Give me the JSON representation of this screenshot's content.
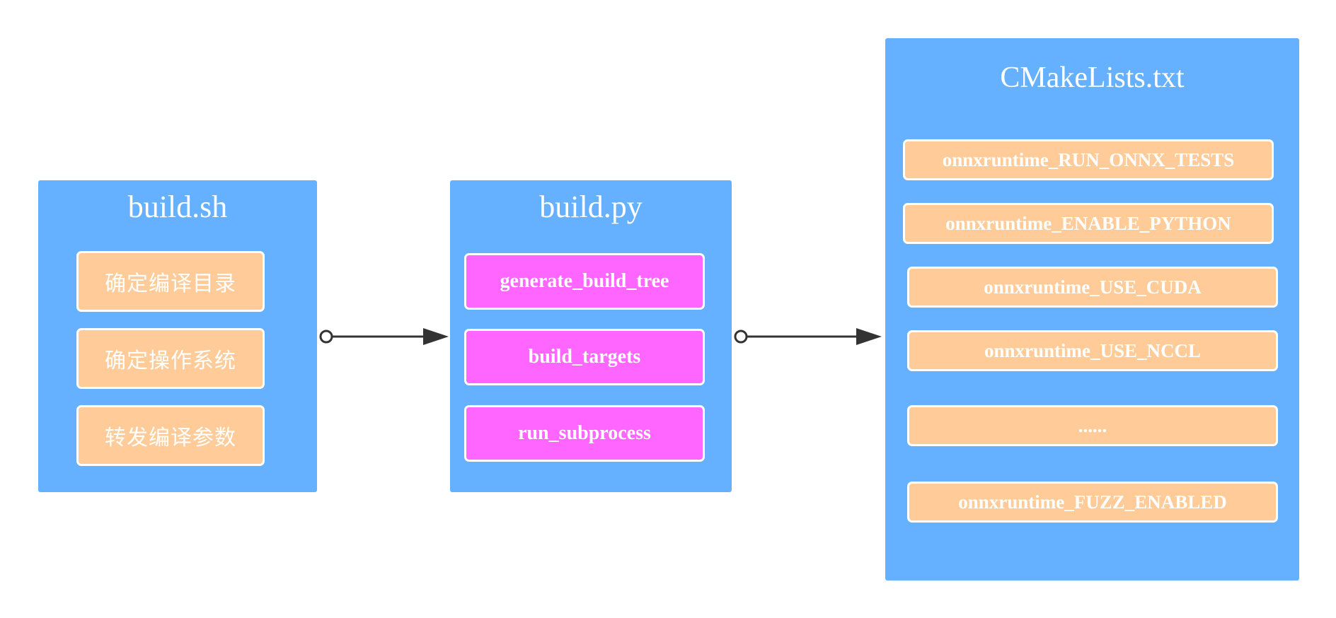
{
  "panels": {
    "build_sh": {
      "title": "build.sh",
      "items": [
        "确定编译目录",
        "确定操作系统",
        "转发编译参数"
      ]
    },
    "build_py": {
      "title": "build.py",
      "items": [
        "generate_build_tree",
        "build_targets",
        "run_subprocess"
      ]
    },
    "cmakelists": {
      "title": "CMakeLists.txt",
      "items": [
        "onnxruntime_RUN_ONNX_TESTS",
        "onnxruntime_ENABLE_PYTHON",
        "onnxruntime_USE_CUDA",
        "onnxruntime_USE_NCCL",
        "......",
        "onnxruntime_FUZZ_ENABLED"
      ]
    }
  },
  "colors": {
    "panel": "#66b1ff",
    "item_orange": "#ffcc99",
    "item_magenta": "#ff66ff",
    "arrow": "#333333"
  }
}
